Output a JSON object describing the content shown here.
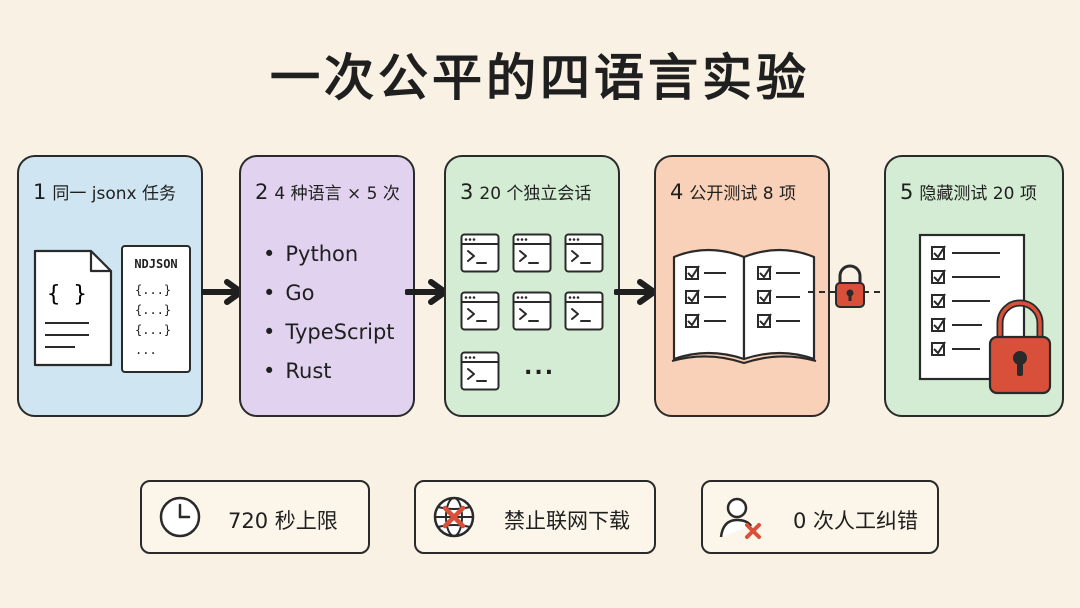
{
  "title": "一次公平的四语言实验",
  "steps": [
    {
      "num": "1",
      "label": "同一 jsonx 任务",
      "color": "#cfe5f1"
    },
    {
      "num": "2",
      "label": "4 种语言 × 5 次",
      "color": "#e1d3ef"
    },
    {
      "num": "3",
      "label": "20 个独立会话",
      "color": "#d3ecd3"
    },
    {
      "num": "4",
      "label": "公开测试 8 项",
      "color": "#f9d1b8"
    },
    {
      "num": "5",
      "label": "隐藏测试 20 项",
      "color": "#d3ecd3"
    }
  ],
  "task": {
    "doc_braces": "{ }",
    "ndjson_title": "NDJSON",
    "ndjson_lines": [
      "{...}",
      "{...}",
      "{...}",
      "..."
    ]
  },
  "languages": [
    "Python",
    "Go",
    "TypeScript",
    "Rust"
  ],
  "sessions_more": "...",
  "constraints": [
    {
      "text": "720 秒上限",
      "icon": "clock-icon"
    },
    {
      "text": "禁止联网下载",
      "icon": "globe-blocked-icon"
    },
    {
      "text": "0 次人工纠错",
      "icon": "user-blocked-icon"
    }
  ],
  "colors": {
    "lock": "#d9503a",
    "stroke": "#2a2a2a",
    "background": "#f9f2e4"
  }
}
